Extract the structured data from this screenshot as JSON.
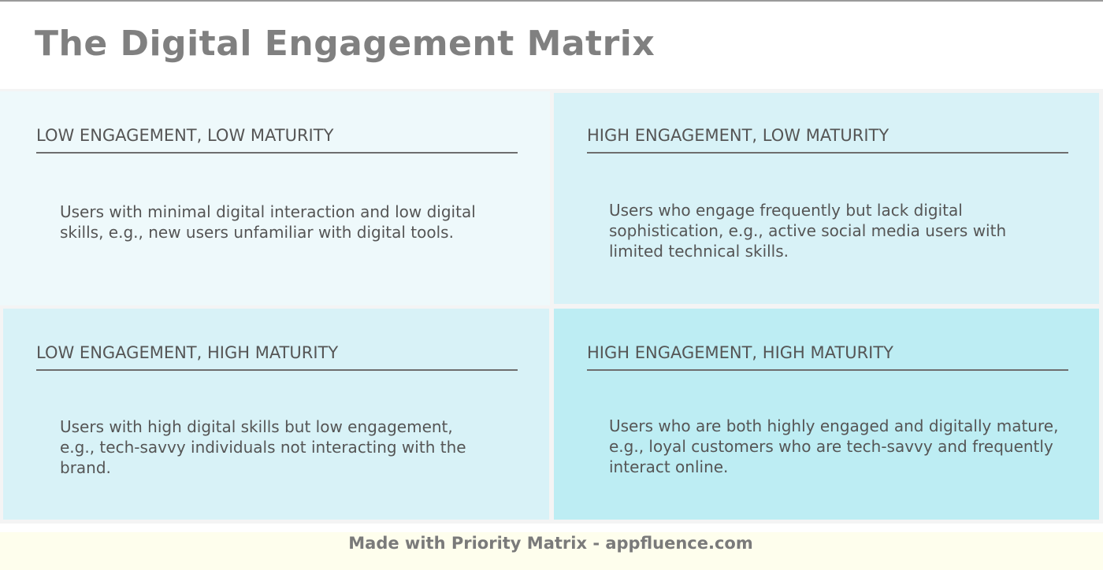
{
  "title": "The Digital Engagement Matrix",
  "colors": {
    "title_text": "#808080",
    "gutter": "#f4f4f4",
    "top_left_bg": "#eef9fb",
    "top_right_bg": "#d8f2f7",
    "bottom_left_bg": "#d8f2f7",
    "bottom_right_bg": "#bdedf3",
    "footer_bg": "#fefeed",
    "text": "#555555"
  },
  "quadrants": [
    {
      "position": "top-left",
      "heading": "LOW ENGAGEMENT, LOW MATURITY",
      "description": "Users with minimal digital interaction and low digital skills, e.g., new users unfamiliar with digital tools."
    },
    {
      "position": "top-right",
      "heading": "HIGH ENGAGEMENT, LOW MATURITY",
      "description": "Users who engage frequently but lack digital sophistication, e.g., active social media users with limited technical skills."
    },
    {
      "position": "bottom-left",
      "heading": "LOW ENGAGEMENT, HIGH MATURITY",
      "description": "Users with high digital skills but low engagement, e.g., tech-savvy individuals not interacting with the brand."
    },
    {
      "position": "bottom-right",
      "heading": "HIGH ENGAGEMENT, HIGH MATURITY",
      "description": "Users who are both highly engaged and digitally mature, e.g., loyal customers who are tech-savvy and frequently interact online."
    }
  ],
  "footer": {
    "text": "Made with Priority Matrix - appfluence.com"
  }
}
